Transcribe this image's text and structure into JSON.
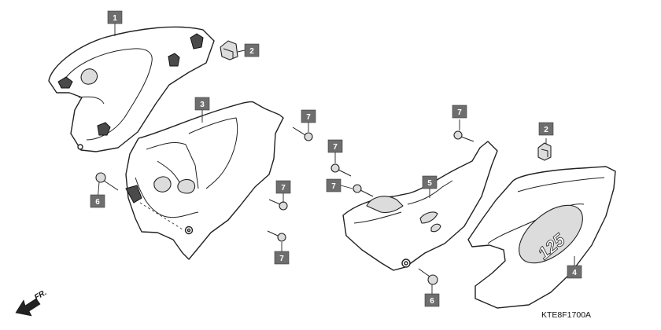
{
  "diagram": {
    "reference_code": "KTE8F1700A",
    "direction_label": "FR.",
    "badge_text": "125",
    "callouts": [
      {
        "label": "1"
      },
      {
        "label": "2"
      },
      {
        "label": "3"
      },
      {
        "label": "7"
      },
      {
        "label": "6"
      },
      {
        "label": "7"
      },
      {
        "label": "7"
      },
      {
        "label": "7"
      },
      {
        "label": "7"
      },
      {
        "label": "2"
      },
      {
        "label": "5"
      },
      {
        "label": "4"
      },
      {
        "label": "6"
      },
      {
        "label": "7"
      }
    ],
    "colors": {
      "callout_fill": "#6e6e6e",
      "callout_text": "#ffffff",
      "line": "#222222"
    }
  }
}
